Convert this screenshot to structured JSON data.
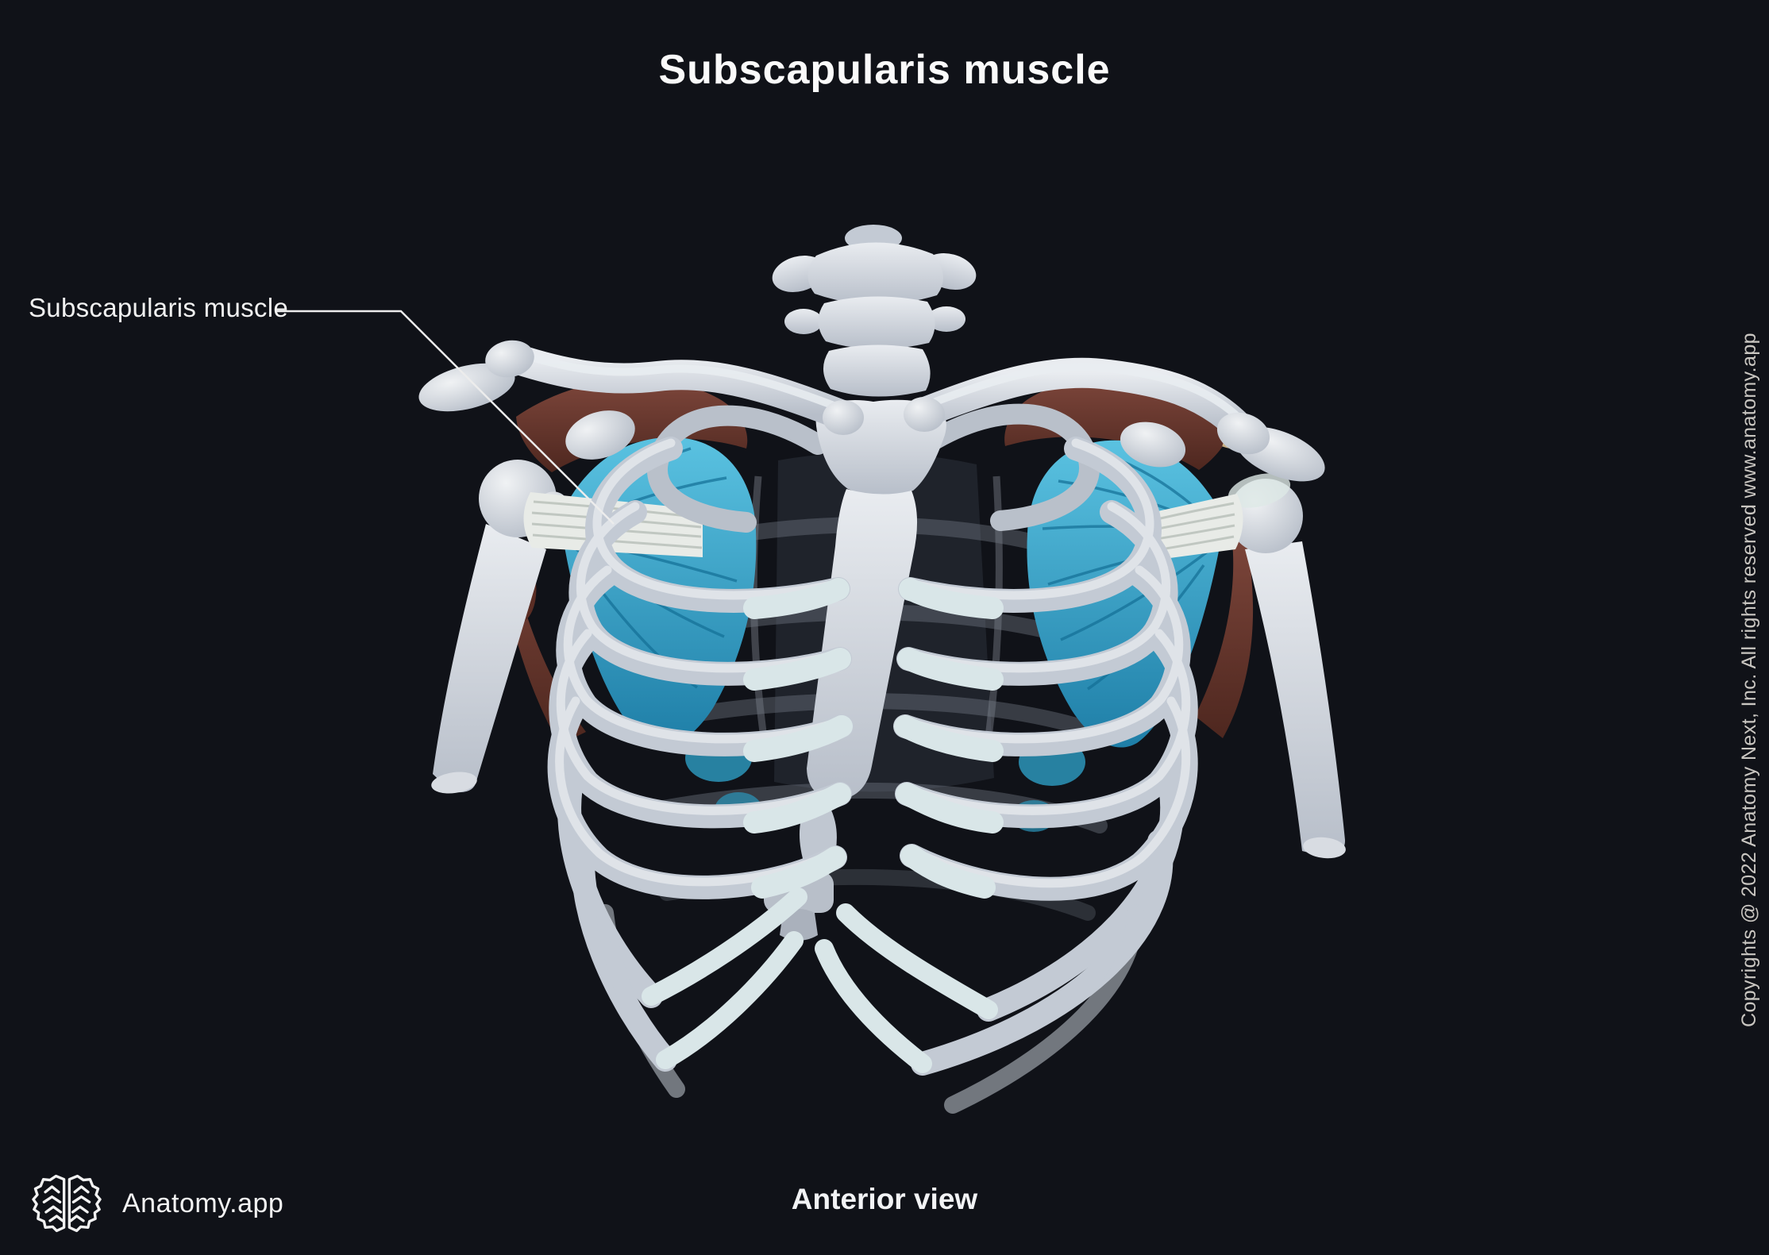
{
  "header": {
    "title": "Subscapularis muscle"
  },
  "annotation": {
    "label": "Subscapularis muscle"
  },
  "figure": {
    "caption": "Anterior view"
  },
  "branding": {
    "app_name": "Anatomy.app",
    "logo_icon": "brain-icon"
  },
  "copyright": {
    "text": "Copyrights @ 2022 Anatomy Next, Inc. All rights reserved www.anatomy.app"
  },
  "colors": {
    "background": "#101218",
    "title_text": "#fafafa",
    "label_text": "#f0f0f0",
    "muted_text": "#c9c6c1",
    "leader_line": "#ececec",
    "bone": "#c3cad4",
    "bone_highlight": "#e6eaee",
    "cartilage": "#d9e6e8",
    "muscle_highlight_teal": "#2f9fc5",
    "muscle_teal_light": "#5ac2e1",
    "muscle_teal_dark": "#1e7ea7",
    "muscle_red": "#6d3a30",
    "tendon_white": "#e8ebe7"
  }
}
